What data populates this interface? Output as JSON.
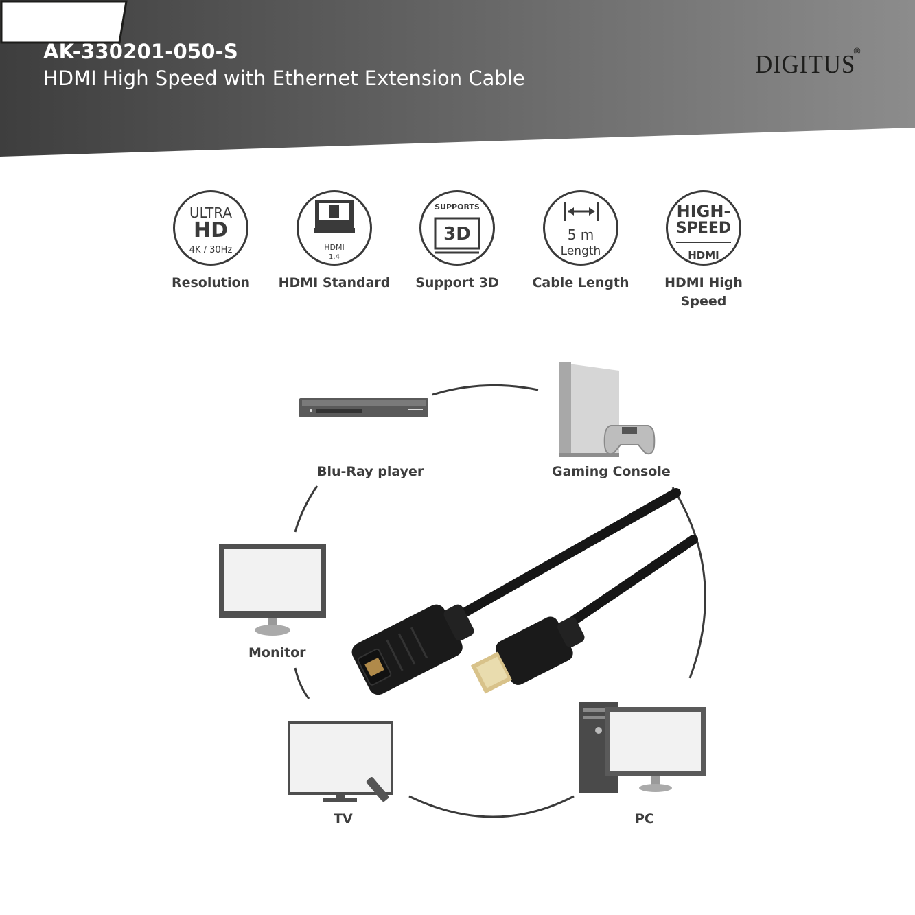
{
  "header": {
    "product_code": "AK-330201-050-S",
    "product_name": "HDMI High Speed with Ethernet Extension Cable",
    "brand": "DIGITUS",
    "brand_mark": "®"
  },
  "features": [
    {
      "badge_lines": [
        "ULTRA",
        "HD",
        "4K / 30Hz"
      ],
      "label": "Resolution",
      "icon": "ultra-hd-icon"
    },
    {
      "badge_lines": [
        "HDMI",
        "1.4"
      ],
      "label": "HDMI Standard",
      "icon": "hdmi-connector-icon"
    },
    {
      "badge_lines": [
        "SUPPORTS",
        "3D"
      ],
      "label": "Support 3D",
      "icon": "3d-tv-icon"
    },
    {
      "badge_lines": [
        "5 m",
        "Length"
      ],
      "label": "Cable Length",
      "icon": "length-arrow-icon"
    },
    {
      "badge_lines": [
        "HIGH-",
        "SPEED",
        "HDMI"
      ],
      "label": "HDMI High Speed",
      "icon": "high-speed-hdmi-icon"
    }
  ],
  "devices": {
    "bluray": "Blu-Ray player",
    "console": "Gaming Console",
    "monitor": "Monitor",
    "tv": "TV",
    "pc": "PC"
  },
  "colors": {
    "header_dark": "#3f3f3f",
    "header_light": "#8a8a8a",
    "text": "#3a3a3a",
    "device_grey": "#555555"
  }
}
